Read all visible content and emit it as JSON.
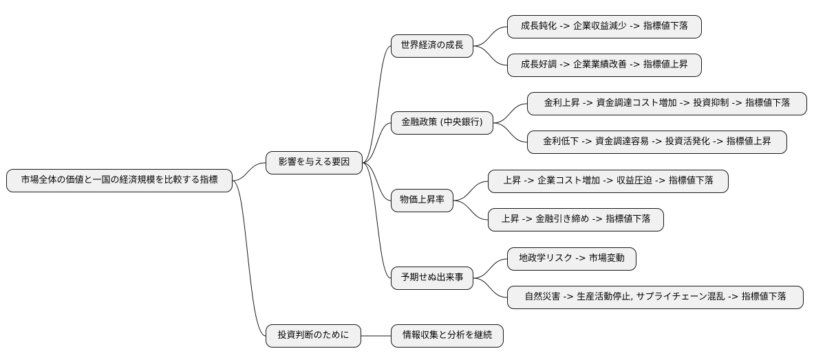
{
  "mindmap": {
    "root": "市場全体の価値と一国の経済規模を比較する指標",
    "branches": [
      {
        "label": "影響を与える要因",
        "children": [
          {
            "label": "世界経済の成長",
            "children": [
              "成長鈍化 -> 企業収益減少 -> 指標値下落",
              "成長好調 -> 企業業績改善 -> 指標値上昇"
            ]
          },
          {
            "label": "金融政策 (中央銀行)",
            "children": [
              "金利上昇 -> 資金調達コスト増加 -> 投資抑制 -> 指標値下落",
              "金利低下 -> 資金調達容易 -> 投資活発化 -> 指標値上昇"
            ]
          },
          {
            "label": "物価上昇率",
            "children": [
              "上昇 -> 企業コスト増加 -> 収益圧迫 -> 指標値下落",
              "上昇 -> 金融引き締め -> 指標値下落"
            ]
          },
          {
            "label": "予期せぬ出来事",
            "children": [
              "地政学リスク -> 市場変動",
              "自然災害 -> 生産活動停止, サプライチェーン混乱 -> 指標値下落"
            ]
          }
        ]
      },
      {
        "label": "投資判断のために",
        "children": [
          {
            "label": "情報収集と分析を継続",
            "children": []
          }
        ]
      }
    ]
  }
}
